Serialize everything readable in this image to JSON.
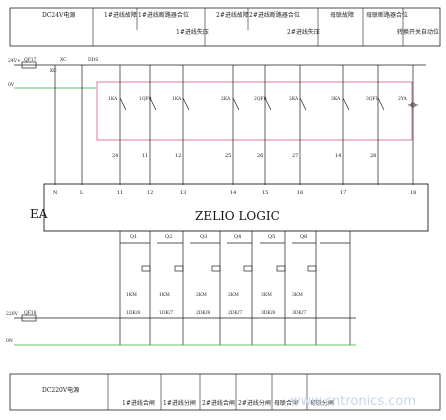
{
  "top_headers": [
    "DC24V电源",
    "1#进线故障",
    "1#进线断路器合位",
    "1#进线失压",
    "2#进线故障",
    "2#进线断路器合位",
    "2#进线失压",
    "母联故障",
    "母联断路器合位",
    "转换开关自动位"
  ],
  "top_left_labels": [
    "24V+",
    "QF17",
    "XC",
    "DDS",
    "KC",
    "0V"
  ],
  "top_relays": [
    "1KA",
    "1QF0",
    "1KA",
    "2KA",
    "2QF0",
    "2KA",
    "3KA",
    "3QF0",
    "2YA"
  ],
  "top_terminal_numbers": [
    "24",
    "11",
    "12",
    "25",
    "26",
    "27",
    "14",
    "28"
  ],
  "plc_left": "EA",
  "plc_title": "ZELIO LOGIC",
  "plc_input_numbers": [
    "N",
    "L",
    "11",
    "12",
    "13",
    "14",
    "15",
    "16",
    "17",
    "18"
  ],
  "plc_output_numbers": [
    "Q1",
    "Q2",
    "Q3",
    "Q4",
    "Q5",
    "Q6"
  ],
  "coil_labels": [
    "1KM",
    "1KM",
    "2KM",
    "2KM",
    "3KM",
    "3KM"
  ],
  "coil_device_labels": [
    "1DK/8",
    "1DK/7",
    "2DK/8",
    "2DK/7",
    "3DK/8",
    "3DK/7"
  ],
  "bottom_left_labels": [
    "220V",
    "QF18",
    "0N"
  ],
  "bottom_headers": [
    "DC220V电源",
    "1#进线合闸",
    "1#进线分闸",
    "2#进线合闸",
    "2#进线分闸",
    "母联合闸",
    "母联分闸"
  ],
  "watermark": "www.cntronics.com",
  "colors": {
    "line": "#1e1e1e",
    "green_wire": "#2fae2f",
    "magenta_label": "#c01cc0",
    "box_red": "#d45a8a",
    "watermark": "#c9d6e6"
  }
}
